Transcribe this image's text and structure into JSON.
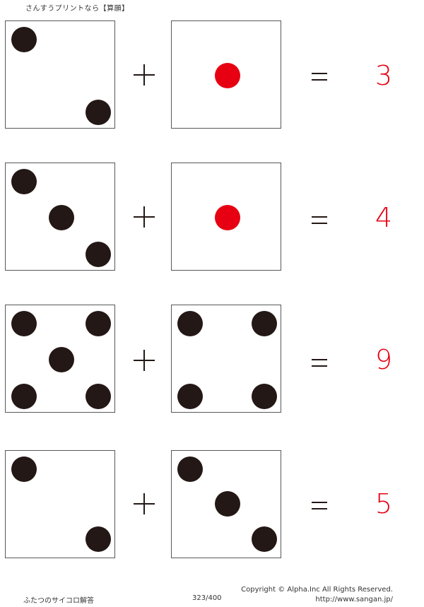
{
  "header": {
    "title": "さんすうプリントなら【算願】"
  },
  "colors": {
    "pip": "#231815",
    "highlight_pip": "#e60012",
    "answer": "#e60012",
    "border": "#595757"
  },
  "operators": {
    "plus": "+",
    "equals": "="
  },
  "problems": [
    {
      "left_die": 2,
      "right_die": 1,
      "answer": "3"
    },
    {
      "left_die": 3,
      "right_die": 1,
      "answer": "4"
    },
    {
      "left_die": 5,
      "right_die": 4,
      "answer": "9"
    },
    {
      "left_die": 2,
      "right_die": 3,
      "answer": "5"
    }
  ],
  "footer": {
    "title": "ふたつのサイコロ解答",
    "page": "323/400",
    "copyright": "Copyright ©  Alpha.Inc All Rights Reserved.",
    "url": "http://www.sangan.jp/"
  }
}
